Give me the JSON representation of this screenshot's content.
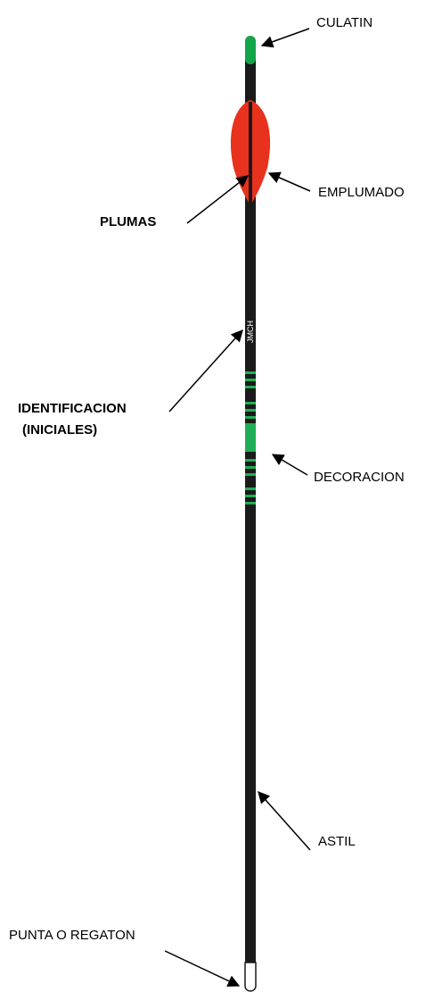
{
  "labels": {
    "nock": "CULATIN",
    "fletching": "EMPLUMADO",
    "feathers": "PLUMAS",
    "id_line1": "IDENTIFICACION",
    "id_line2": "(INICIALES)",
    "decoration": "DECORACION",
    "shaft": "ASTIL",
    "point": "PUNTA O REGATON"
  },
  "arrow": {
    "initials": "JMCH"
  },
  "colors": {
    "shaft": "#1a1a1a",
    "nock": "#13a54b",
    "feather": "#e8321e",
    "decoration": "#1fae55",
    "point": "#ffffff",
    "leader": "#000000"
  }
}
